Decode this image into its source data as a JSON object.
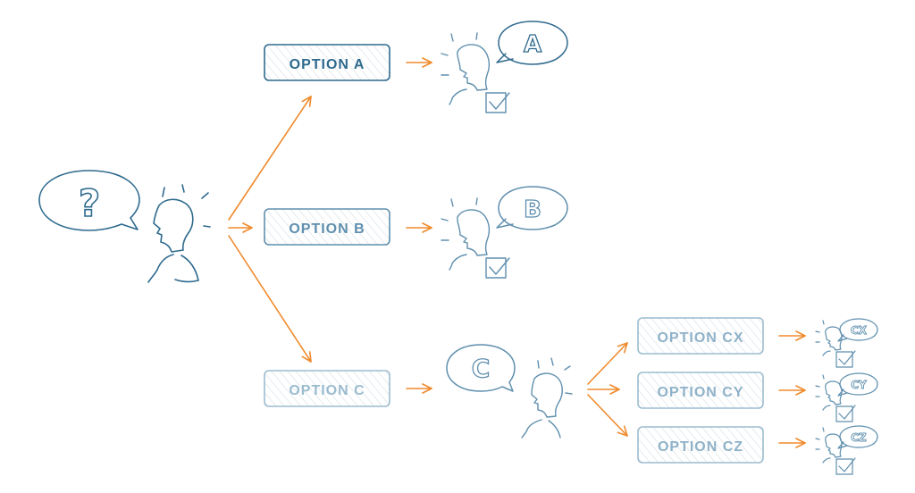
{
  "colors": {
    "dark": "#2e6a8e",
    "mid": "#5f8fae",
    "light": "#9bbccf",
    "lighter": "#aac6d8",
    "arrow": "#ef8a2c",
    "hatch": "#dde6ec"
  },
  "icons": {
    "person": "person-with-idea-icon",
    "bubble": "speech-bubble-icon",
    "check": "checkbox-check-icon"
  },
  "root": {
    "bubble": "?"
  },
  "options": {
    "a": {
      "label": "OPTION A",
      "bubble": "A"
    },
    "b": {
      "label": "OPTION B",
      "bubble": "B"
    },
    "c": {
      "label": "OPTION C",
      "bubble": "C"
    },
    "cx": {
      "label": "OPTION CX",
      "bubble": "CX"
    },
    "cy": {
      "label": "OPTION CY",
      "bubble": "CY"
    },
    "cz": {
      "label": "OPTION CZ",
      "bubble": "CZ"
    }
  }
}
